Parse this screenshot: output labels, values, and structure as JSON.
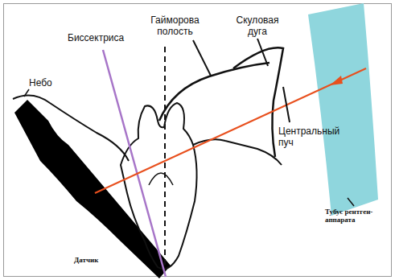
{
  "diagram": {
    "labels": [
      "Небо",
      "Биссектриса",
      "Гайморова полость",
      "Скуловая дуга",
      "Центральный пуч",
      "Тубус рентген-аппарата",
      "Датчик"
    ]
  }
}
